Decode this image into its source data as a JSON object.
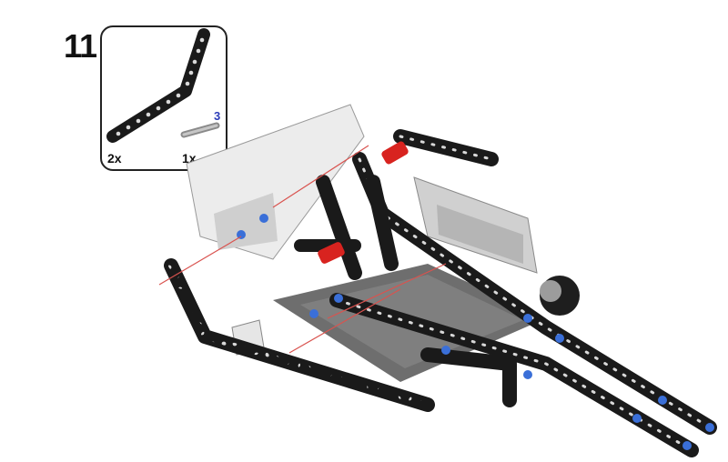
{
  "step": {
    "number": "11"
  },
  "parts_callout": {
    "parts": [
      {
        "name": "bent-liftarm",
        "quantity": "2x"
      },
      {
        "name": "axle",
        "quantity": "1x",
        "length_label": "3"
      }
    ]
  },
  "colors": {
    "beam": "#1a1a1a",
    "hole": "#d9d9d9",
    "pin_blue": "#3a6fd8",
    "accent_red": "#d8231f",
    "brick_gray": "#c9c9c9",
    "plate_gray": "#6e6e6e",
    "arrow_red": "#d9534f",
    "axle_length_blue": "#2b3bb8"
  }
}
